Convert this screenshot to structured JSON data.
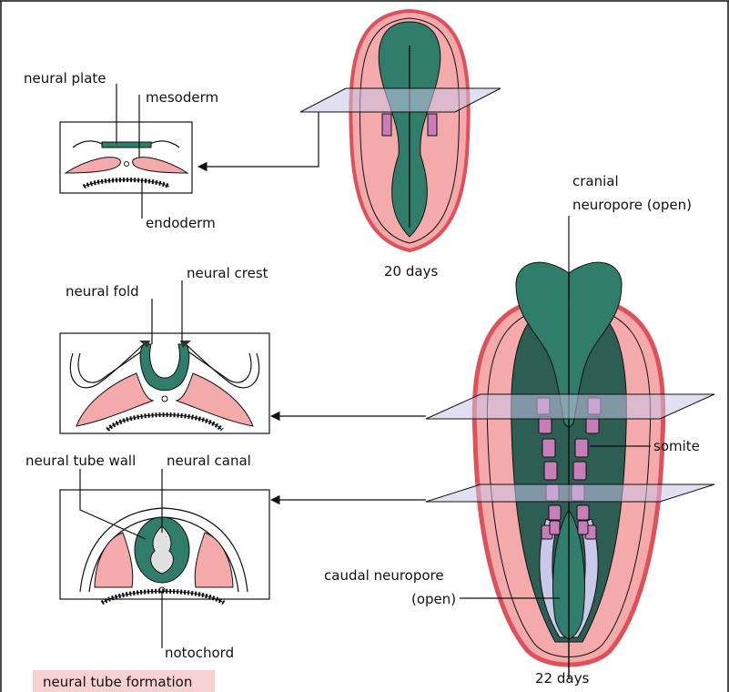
{
  "labels": {
    "neural_plate": "neural plate",
    "mesoderm": "mesoderm",
    "endoderm": "endoderm",
    "age_20": "20 days",
    "neural_fold": "neural fold",
    "neural_crest": "neural crest",
    "cranial_neuropore_1": "cranial",
    "cranial_neuropore_2": "neuropore (open)",
    "somite": "somite",
    "neural_tube_wall": "neural tube wall",
    "neural_canal": "neural canal",
    "caudal_neuropore_1": "caudal neuropore",
    "caudal_neuropore_2": "(open)",
    "notochord": "notochord",
    "age_22": "22 days"
  },
  "caption": "neural tube formation",
  "colors": {
    "neural_green": "#2f7d6a",
    "dark_green": "#2c5e53",
    "pink": "#f4a9ab",
    "red_outline": "#e0505a",
    "somite_purple": "#c77db8",
    "plane_lavender": "#c9c7ea",
    "caption_bg": "#f8d2d2"
  }
}
